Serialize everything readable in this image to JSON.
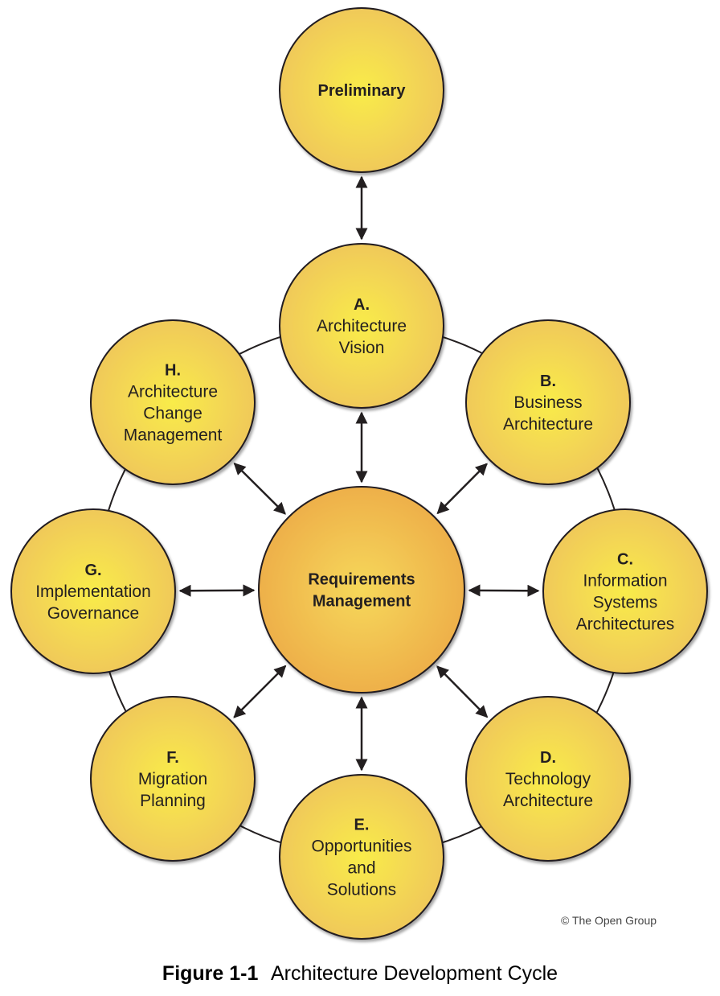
{
  "figure": {
    "number": "Figure 1-1",
    "title": "Architecture Development Cycle",
    "copyright": "© The Open Group"
  },
  "colors": {
    "node_fill_light": "#f9ec4a",
    "node_fill_dark": "#f0c95a",
    "center_fill_light": "#f6d85a",
    "center_fill_dark": "#eeb04a",
    "stroke": "#231f20"
  },
  "center": {
    "id": "requirements",
    "lines": [
      "Requirements",
      "Management"
    ]
  },
  "preliminary": {
    "id": "preliminary",
    "lines": [
      "Preliminary"
    ]
  },
  "phases": [
    {
      "id": "A",
      "letter": "A.",
      "lines": [
        "Architecture",
        "Vision"
      ]
    },
    {
      "id": "B",
      "letter": "B.",
      "lines": [
        "Business",
        "Architecture"
      ]
    },
    {
      "id": "C",
      "letter": "C.",
      "lines": [
        "Information",
        "Systems",
        "Architectures"
      ]
    },
    {
      "id": "D",
      "letter": "D.",
      "lines": [
        "Technology",
        "Architecture"
      ]
    },
    {
      "id": "E",
      "letter": "E.",
      "lines": [
        "Opportunities",
        "and",
        "Solutions"
      ]
    },
    {
      "id": "F",
      "letter": "F.",
      "lines": [
        "Migration",
        "Planning"
      ]
    },
    {
      "id": "G",
      "letter": "G.",
      "lines": [
        "Implementation",
        "Governance"
      ]
    },
    {
      "id": "H",
      "letter": "H.",
      "lines": [
        "Architecture",
        "Change",
        "Management"
      ]
    }
  ],
  "connections": [
    {
      "from": "preliminary",
      "to": "A",
      "type": "bidirectional"
    },
    {
      "from": "requirements",
      "to": "A",
      "type": "bidirectional"
    },
    {
      "from": "requirements",
      "to": "B",
      "type": "bidirectional"
    },
    {
      "from": "requirements",
      "to": "C",
      "type": "bidirectional"
    },
    {
      "from": "requirements",
      "to": "D",
      "type": "bidirectional"
    },
    {
      "from": "requirements",
      "to": "E",
      "type": "bidirectional"
    },
    {
      "from": "requirements",
      "to": "F",
      "type": "bidirectional"
    },
    {
      "from": "requirements",
      "to": "G",
      "type": "bidirectional"
    },
    {
      "from": "requirements",
      "to": "H",
      "type": "bidirectional"
    }
  ]
}
